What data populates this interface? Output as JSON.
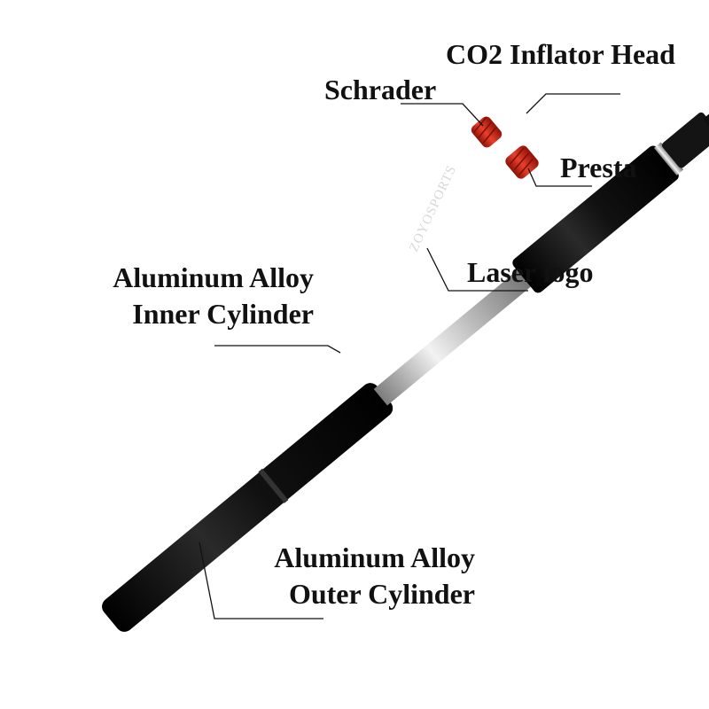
{
  "labels": {
    "co2_head": "CO2 Inflator Head",
    "schrader": "Schrader",
    "presta": "Presta",
    "laser_logo": "Laser logo",
    "inner_line1": "Aluminum Alloy",
    "inner_line2": "Inner Cylinder",
    "outer_line1": "Aluminum Alloy",
    "outer_line2": "Outer Cylinder"
  },
  "product": {
    "logo_text": "ZOYOSPORTS"
  },
  "colors": {
    "body": "#0b0b0b",
    "silver": "#c8c8c8",
    "knob": "#d42a1a",
    "text": "#111111"
  }
}
